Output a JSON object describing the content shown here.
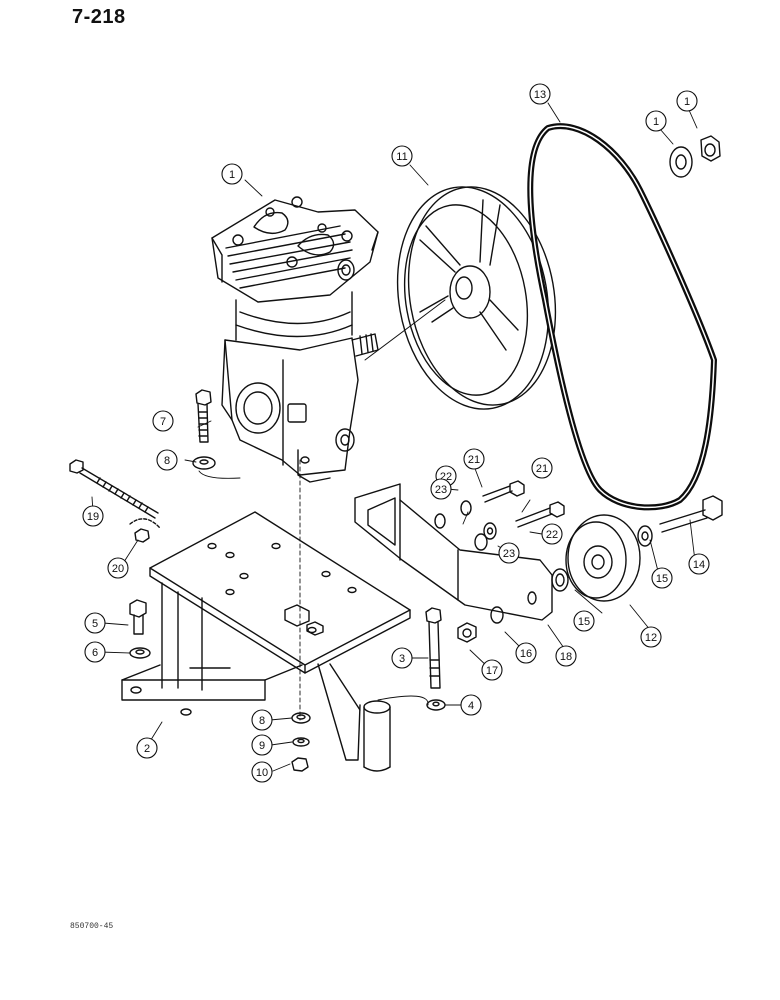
{
  "page_title": "7-218",
  "figure_code": "850700-45",
  "colors": {
    "ink": "#111111",
    "paper": "#ffffff",
    "belt": "#0d0d0d"
  },
  "callouts": [
    {
      "id": "c1a",
      "label": "1"
    },
    {
      "id": "c1b",
      "label": "1"
    },
    {
      "id": "c1c",
      "label": "1"
    },
    {
      "id": "c2",
      "label": "2"
    },
    {
      "id": "c3",
      "label": "3"
    },
    {
      "id": "c4",
      "label": "4"
    },
    {
      "id": "c5",
      "label": "5"
    },
    {
      "id": "c6",
      "label": "6"
    },
    {
      "id": "c7",
      "label": "7"
    },
    {
      "id": "c8a",
      "label": "8"
    },
    {
      "id": "c8b",
      "label": "8"
    },
    {
      "id": "c9",
      "label": "9"
    },
    {
      "id": "c10",
      "label": "10"
    },
    {
      "id": "c11",
      "label": "11"
    },
    {
      "id": "c12",
      "label": "12"
    },
    {
      "id": "c13",
      "label": "13"
    },
    {
      "id": "c14",
      "label": "14"
    },
    {
      "id": "c15a",
      "label": "15"
    },
    {
      "id": "c15b",
      "label": "15"
    },
    {
      "id": "c16",
      "label": "16"
    },
    {
      "id": "c17",
      "label": "17"
    },
    {
      "id": "c18",
      "label": "18"
    },
    {
      "id": "c19",
      "label": "19"
    },
    {
      "id": "c20",
      "label": "20"
    },
    {
      "id": "c21a",
      "label": "21"
    },
    {
      "id": "c21b",
      "label": "21"
    },
    {
      "id": "c22a",
      "label": "22"
    },
    {
      "id": "c22b",
      "label": "22"
    },
    {
      "id": "c23a",
      "label": "23"
    },
    {
      "id": "c23b",
      "label": "23"
    }
  ]
}
